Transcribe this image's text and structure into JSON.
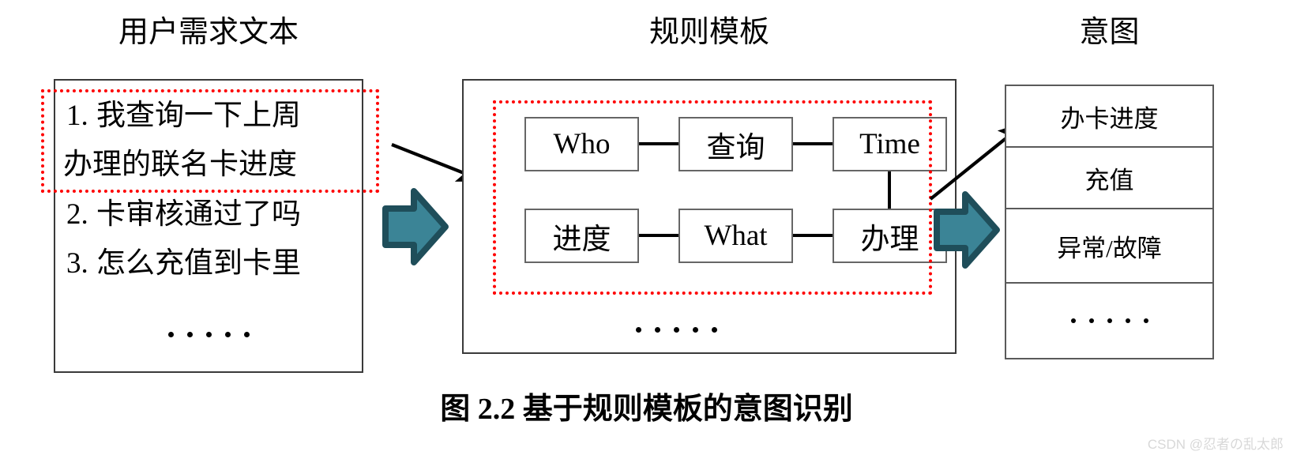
{
  "figure": {
    "caption": "图 2.2  基于规则模板的意图识别",
    "watermark": "CSDN @忍者の乱太郎",
    "colors": {
      "accent_teal_fill": "#3b8496",
      "accent_teal_stroke": "#1f4e5a",
      "highlight_red": "#fe0000",
      "panel_border": "#3a3a3a",
      "text": "#000000",
      "background": "#ffffff"
    }
  },
  "columns": [
    {
      "id": "user-requirement-text",
      "heading": "用户需求文本"
    },
    {
      "id": "rule-template",
      "heading": "规则模板"
    },
    {
      "id": "intent",
      "heading": "意图"
    }
  ],
  "user_requirement_panel": {
    "heading": "用户需求文本",
    "highlighted_item_index": 0,
    "items": [
      {
        "number": "1.",
        "line1": "我查询一下上周",
        "line2": "办理的联名卡进度",
        "highlighted": true
      },
      {
        "number": "2.",
        "line1": "卡审核通过了吗",
        "line2": "",
        "highlighted": false
      },
      {
        "number": "3.",
        "line1": "怎么充值到卡里",
        "line2": "",
        "highlighted": false
      }
    ],
    "ellipsis_dot_count": 5
  },
  "rule_template_panel": {
    "heading": "规则模板",
    "nodes": {
      "row1": [
        "Who",
        "查询",
        "Time"
      ],
      "row2": [
        "进度",
        "What",
        "办理"
      ]
    },
    "edges": [
      {
        "from": "Who",
        "to": "查询"
      },
      {
        "from": "查询",
        "to": "Time"
      },
      {
        "from": "Time",
        "to": "办理"
      },
      {
        "from": "进度",
        "to": "What"
      },
      {
        "from": "What",
        "to": "办理"
      }
    ],
    "ellipsis_dot_count": 5
  },
  "intent_panel": {
    "heading": "意图",
    "rows": [
      {
        "label": "办卡进度"
      },
      {
        "label": "充值"
      },
      {
        "label": "异常/故障"
      }
    ],
    "ellipsis_dot_count": 5
  },
  "flow_arrows": [
    {
      "id": "text-to-template-thin",
      "type": "thin-black-arrow",
      "from": "user-requirement-panel",
      "to": "rule-template-panel"
    },
    {
      "id": "text-to-template-block",
      "type": "teal-block-arrow",
      "from": "user-requirement-panel",
      "to": "rule-template-panel"
    },
    {
      "id": "template-to-intent-thin",
      "type": "thin-black-arrow",
      "from": "rule-template-panel",
      "to": "intent-panel"
    },
    {
      "id": "template-to-intent-block",
      "type": "teal-block-arrow",
      "from": "rule-template-panel",
      "to": "intent-panel"
    }
  ]
}
